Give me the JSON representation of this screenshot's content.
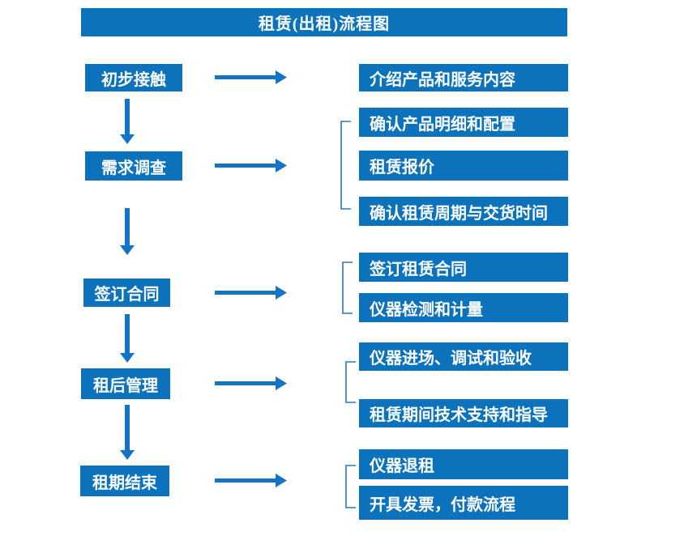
{
  "title": "租赁(出租)流程图",
  "colors": {
    "box_blue": "#0d72bc",
    "arrow_blue": "#1373c4",
    "bracket_blue": "#2e75b6",
    "text_white": "#ffffff",
    "background": "#ffffff"
  },
  "steps": [
    {
      "label": "初步接触",
      "details": [
        "介绍产品和服务内容"
      ]
    },
    {
      "label": "需求调查",
      "details": [
        "确认产品明细和配置",
        "租赁报价",
        "确认租赁周期与交货时间"
      ]
    },
    {
      "label": "签订合同",
      "details": [
        "签订租赁合同",
        "仪器检测和计量"
      ]
    },
    {
      "label": "租后管理",
      "details": [
        "仪器进场、调试和验收",
        "租赁期间技术支持和指导"
      ]
    },
    {
      "label": "租期结束",
      "details": [
        "仪器退租",
        "开具发票，付款流程"
      ]
    }
  ]
}
